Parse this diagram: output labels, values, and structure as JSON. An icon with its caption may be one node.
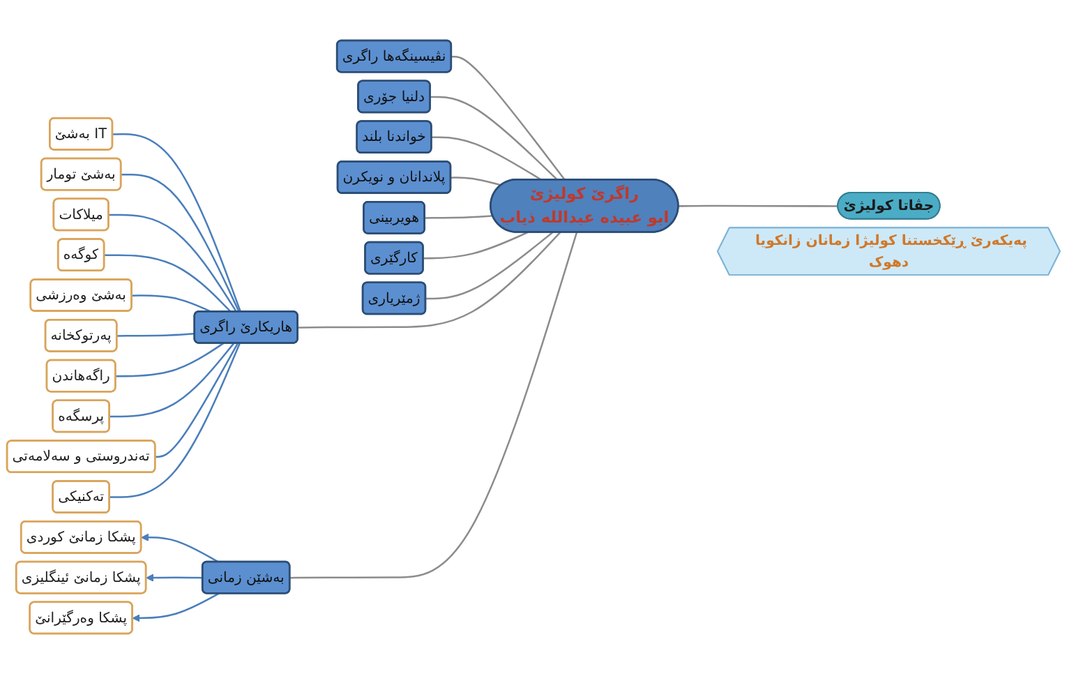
{
  "diagram": {
    "nodes": [
      {
        "text": [
          "جڤاتا کولیژێ"
        ]
      },
      {
        "text": [
          "راگرێ کولیژێ",
          "ابو عبیدە عبداللە ذیاب"
        ]
      },
      {
        "text": [
          "نڤیسینگەها راگری"
        ]
      },
      {
        "text": [
          "هاریکارێ راگری"
        ]
      },
      {
        "text": [
          "دلنیا جۆری"
        ]
      },
      {
        "text": [
          "خواندنا بلند"
        ]
      },
      {
        "text": [
          "پلاندانان و نویکرن"
        ]
      },
      {
        "text": [
          "هویربینی"
        ]
      },
      {
        "text": [
          "کارگێری"
        ]
      },
      {
        "text": [
          "ژمێریاری"
        ]
      },
      {
        "text": [
          "بەشێن زمانی"
        ]
      },
      {
        "text": [
          "بەشێ IT"
        ]
      },
      {
        "text": [
          "بەشێ تومار"
        ]
      },
      {
        "text": [
          "میلاکات"
        ]
      },
      {
        "text": [
          "کوگەه"
        ]
      },
      {
        "text": [
          "بەشێ وەرزشی"
        ]
      },
      {
        "text": [
          "پەرتوکخانە"
        ]
      },
      {
        "text": [
          "راگەهاندن"
        ]
      },
      {
        "text": [
          "پرسگەه"
        ]
      },
      {
        "text": [
          "تەندروستی و سەلامەتی"
        ]
      },
      {
        "text": [
          "تەکنیکی"
        ]
      },
      {
        "text": [
          "پەیکەرێ ڕێکخستنا کولیژا زمانان زانکویا دهوک"
        ]
      },
      {
        "text": [
          "پشکا زمانێ کوردی"
        ]
      },
      {
        "text": [
          "پشکا زمانێ ئینگلیزی"
        ]
      },
      {
        "text": [
          "پشکا وەرگێرانێ"
        ]
      }
    ],
    "edges": [
      {
        "from": 0,
        "to": 1,
        "arrow": "none",
        "color": "#8c8c8c"
      },
      {
        "from": 1,
        "to": 2,
        "arrow": "none",
        "color": "#8c8c8c"
      },
      {
        "from": 1,
        "to": 3,
        "arrow": "none",
        "color": "#8c8c8c"
      },
      {
        "from": 1,
        "to": 4,
        "arrow": "none",
        "color": "#8c8c8c"
      },
      {
        "from": 1,
        "to": 5,
        "arrow": "none",
        "color": "#8c8c8c"
      },
      {
        "from": 1,
        "to": 6,
        "arrow": "none",
        "color": "#8c8c8c"
      },
      {
        "from": 1,
        "to": 7,
        "arrow": "none",
        "color": "#8c8c8c"
      },
      {
        "from": 1,
        "to": 8,
        "arrow": "none",
        "color": "#8c8c8c"
      },
      {
        "from": 1,
        "to": 9,
        "arrow": "none",
        "color": "#8c8c8c"
      },
      {
        "from": 1,
        "to": 10,
        "arrow": "none",
        "color": "#8c8c8c"
      },
      {
        "from": 3,
        "to": 11,
        "arrow": "none"
      },
      {
        "from": 3,
        "to": 12,
        "arrow": "none"
      },
      {
        "from": 3,
        "to": 13,
        "arrow": "none"
      },
      {
        "from": 3,
        "to": 14,
        "arrow": "none"
      },
      {
        "from": 3,
        "to": 15,
        "arrow": "none"
      },
      {
        "from": 3,
        "to": 16,
        "arrow": "none"
      },
      {
        "from": 3,
        "to": 17,
        "arrow": "none"
      },
      {
        "from": 3,
        "to": 18,
        "arrow": "none"
      },
      {
        "from": 3,
        "to": 19,
        "arrow": "none"
      },
      {
        "from": 3,
        "to": 20,
        "arrow": "none"
      },
      {
        "from": 10,
        "to": 22,
        "arrow": "to"
      },
      {
        "from": 10,
        "to": 23,
        "arrow": "to"
      },
      {
        "from": 10,
        "to": 24,
        "arrow": "to"
      }
    ]
  }
}
